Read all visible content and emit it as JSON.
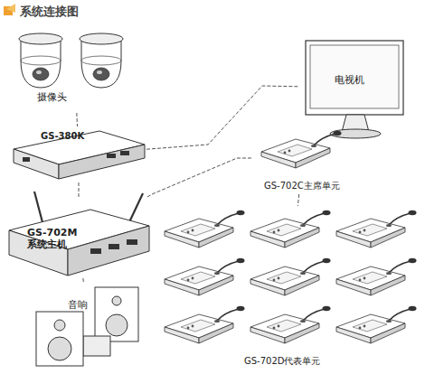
{
  "diagram": {
    "title": "系统连接图",
    "nodes": [
      {
        "text": [
          "摄像头"
        ]
      },
      {
        "text": [
          "电视机"
        ]
      },
      {
        "text": [
          "GS-380K"
        ]
      },
      {
        "text": [
          "GS-702C主席单元"
        ]
      },
      {
        "text": [
          "GS-702M 系统主机"
        ]
      },
      {
        "text": [
          "GS-702D代表单元"
        ]
      },
      {
        "text": [
          "音响"
        ]
      }
    ],
    "edges": [
      {
        "from": 0,
        "to": 2,
        "arrow": "none"
      },
      {
        "from": 2,
        "to": 1,
        "arrow": "none"
      },
      {
        "from": 2,
        "to": 4,
        "arrow": "none"
      },
      {
        "from": 4,
        "to": 6,
        "arrow": "none"
      },
      {
        "from": 4,
        "to": 3,
        "arrow": "none"
      },
      {
        "from": 3,
        "to": 5,
        "arrow": "none"
      }
    ]
  }
}
